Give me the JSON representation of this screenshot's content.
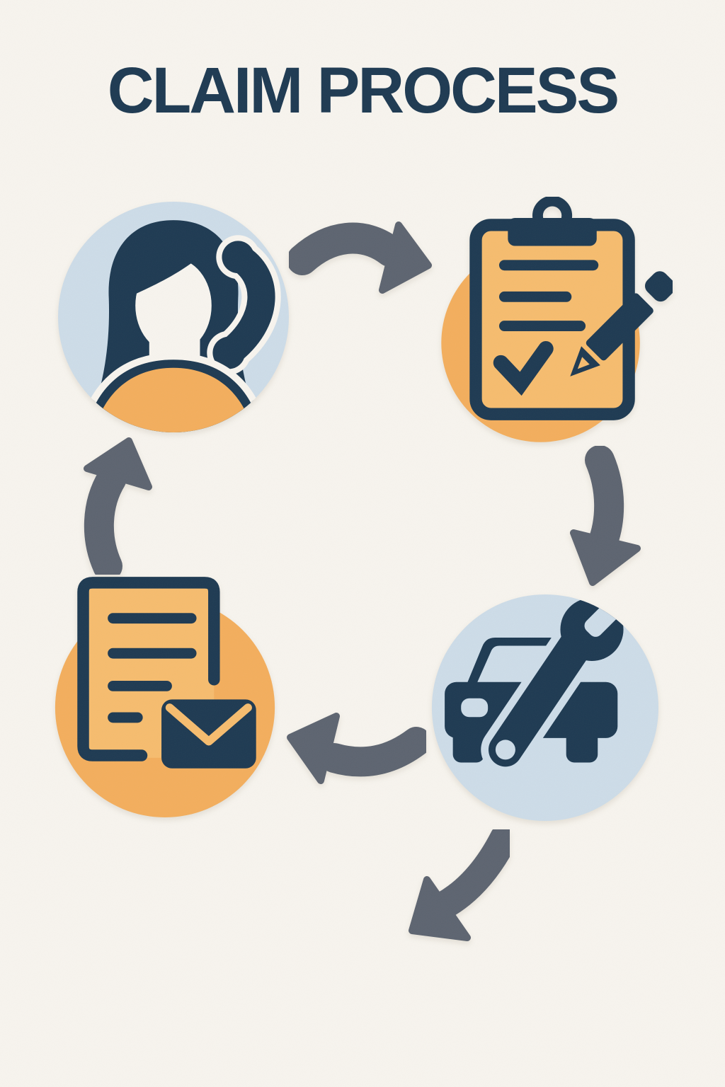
{
  "title": "CLAIM PROCESS",
  "palette": {
    "background": "#f7f4ee",
    "ink": "#1e3a52",
    "orange": "#f3ae5d",
    "orange_light": "#f6bc6e",
    "blue": "#cddce8",
    "arrow_gray": "#5d6470",
    "cream": "#f7f4ee"
  },
  "diagram": {
    "type": "cycle",
    "steps": [
      {
        "order": 1,
        "position": "top-left",
        "icon": "customer-on-phone-icon",
        "circle_color": "blue"
      },
      {
        "order": 2,
        "position": "top-right",
        "icon": "claim-form-clipboard-icon",
        "circle_color": "orange"
      },
      {
        "order": 3,
        "position": "bottom-right",
        "icon": "car-repair-wrench-icon",
        "circle_color": "blue"
      },
      {
        "order": 4,
        "position": "bottom-left",
        "icon": "settlement-document-mail-icon",
        "circle_color": "orange"
      }
    ],
    "arrows": [
      {
        "from": 1,
        "to": 2,
        "direction": "right"
      },
      {
        "from": 2,
        "to": 3,
        "direction": "down"
      },
      {
        "from": 3,
        "to": 4,
        "direction": "left"
      },
      {
        "from": 4,
        "to": 1,
        "direction": "up"
      },
      {
        "from": 3,
        "to": null,
        "direction": "down-left"
      }
    ]
  }
}
